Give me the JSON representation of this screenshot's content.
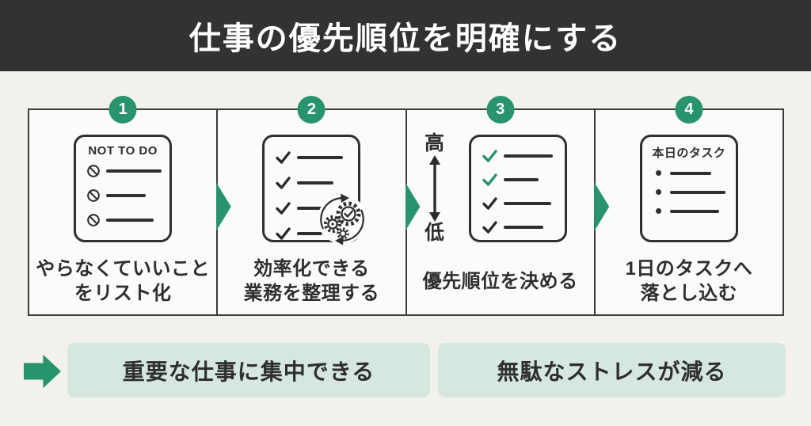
{
  "header": {
    "title": "仕事の優先順位を明確にする"
  },
  "steps": [
    {
      "number": "1",
      "card_title": "NOT TO DO",
      "label_lines": [
        "やらなくていいこと",
        "をリスト化"
      ]
    },
    {
      "number": "2",
      "label_lines": [
        "効率化できる",
        "業務を整理する"
      ]
    },
    {
      "number": "3",
      "scale_high": "高",
      "scale_low": "低",
      "label_lines": [
        "優先順位を決める"
      ]
    },
    {
      "number": "4",
      "card_title": "本日のタスク",
      "label_lines": [
        "1日のタスクへ",
        "落とし込む"
      ]
    }
  ],
  "outcomes": [
    {
      "text": "重要な仕事に集中できる"
    },
    {
      "text": "無駄なストレスが減る"
    }
  ],
  "colors": {
    "accent_green": "#28946d",
    "mint_box": "#d5e7df",
    "header_bg": "#323232",
    "page_background": "#f2f1ec",
    "card_background": "#fbfbf9",
    "ink": "#2e2e2e"
  }
}
